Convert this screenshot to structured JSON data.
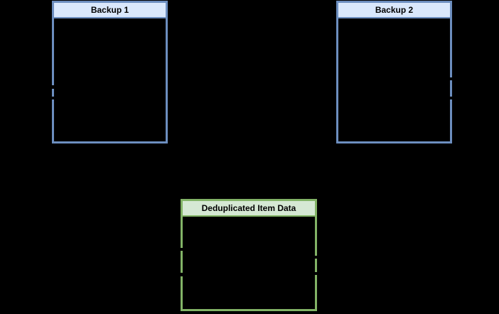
{
  "canvas": {
    "background": "#000000"
  },
  "diagram": {
    "boxes": [
      {
        "id": "backup-1",
        "label": "Backup 1",
        "fill": "#dae8fc",
        "stroke": "#6c8ebf",
        "text_color": "#000000"
      },
      {
        "id": "backup-2",
        "label": "Backup 2",
        "fill": "#dae8fc",
        "stroke": "#6c8ebf",
        "text_color": "#000000"
      },
      {
        "id": "deduplicated-item-data",
        "label": "Deduplicated Item Data",
        "fill": "#d5e8d4",
        "stroke": "#82b366",
        "text_color": "#000000"
      }
    ]
  }
}
